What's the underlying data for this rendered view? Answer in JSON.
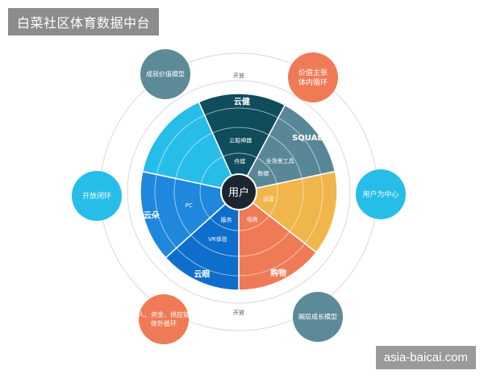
{
  "title": "白菜社区体育数据中台",
  "watermark": "asia-baicai.com",
  "center_label": "用户",
  "ring_label": "开放",
  "outer_nodes": [
    {
      "id": "top-left",
      "text": [
        "成就价值模型"
      ],
      "color": "#5d8a99"
    },
    {
      "id": "top-right",
      "text": [
        "价值主张",
        "体内循环"
      ],
      "color": "#ef7b56"
    },
    {
      "id": "left",
      "text": [
        "开放闭环"
      ],
      "color": "#27bde9"
    },
    {
      "id": "right",
      "text": [
        "用户为中心"
      ],
      "color": "#27bde9"
    },
    {
      "id": "bottom-left",
      "text": [
        "人、资金、供应链",
        "体外循环"
      ],
      "color": "#ef7b56"
    },
    {
      "id": "bottom-right",
      "text": [
        "圈层成长模型"
      ],
      "color": "#5d8a99"
    }
  ],
  "segments": [
    {
      "id": "top",
      "color": "#0f4c5c",
      "inner": "传媒",
      "middle": "云聪神器",
      "outer": "",
      "brand": "云健"
    },
    {
      "id": "upper-right",
      "color": "#5a8798",
      "inner": "数据",
      "middle": "全场景工具",
      "outer": "",
      "brand": "SQUADS"
    },
    {
      "id": "right",
      "color": "#f0b54b",
      "inner": "运营",
      "middle": "",
      "outer": "",
      "brand": ""
    },
    {
      "id": "lower-right",
      "color": "#ef7b56",
      "inner": "电商",
      "middle": "",
      "outer": "",
      "brand": "购物"
    },
    {
      "id": "bottom",
      "color": "#0e6ecb",
      "inner": "服务",
      "middle": "VR体验",
      "outer": "",
      "brand": "云眼"
    },
    {
      "id": "lower-left",
      "color": "#1f87dc",
      "inner": "",
      "middle": "PC",
      "outer": "",
      "brand": "云朵"
    },
    {
      "id": "upper-left",
      "color": "#27bde9",
      "inner": "",
      "middle": "",
      "outer": "",
      "brand": ""
    }
  ],
  "colors": {
    "center": "#1b2630",
    "ring_line": "#d8d8d8",
    "divider": "#ffffff",
    "text_light": "#ffffff"
  }
}
